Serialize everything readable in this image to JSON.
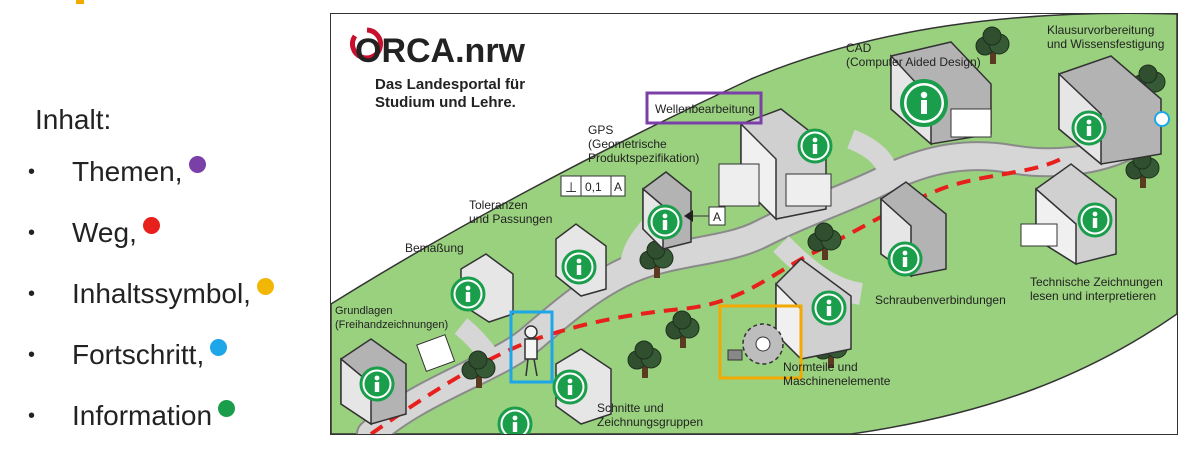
{
  "slide": {
    "heading": "Inhalt:",
    "legend": [
      {
        "label": "Themen,",
        "color": "#7b3fa8"
      },
      {
        "label": "Weg,",
        "color": "#e8201c"
      },
      {
        "label": "Inhaltssymbol,",
        "color": "#f2b705"
      },
      {
        "label": "Fortschritt,",
        "color": "#1ea7e8"
      },
      {
        "label": "Information",
        "color": "#1a9e4b"
      }
    ]
  },
  "map": {
    "logo": {
      "name": "ORCA.nrw",
      "tagline_1": "Das Landesportal für",
      "tagline_2": "Studium und Lehre."
    },
    "highlight_colors": {
      "theme": "#7b3fa8",
      "path": "#e8201c",
      "content_symbol": "#f2a900",
      "progress": "#1ea7e8",
      "info": "#1a9e4b"
    },
    "labels": {
      "cad_1": "CAD",
      "cad_2": "(Computer Aided Design)",
      "klausur_1": "Klausurvorbereitung",
      "klausur_2": "und Wissensfestigung",
      "wellen": "Wellenbearbeitung",
      "gps_1": "GPS",
      "gps_2": "(Geometrische",
      "gps_3": "Produktspezifikation)",
      "gps_symbol": "⊥",
      "gps_tol": "0,1",
      "gps_ref": "A",
      "gps_datum": "A",
      "toleranzen_1": "Toleranzen",
      "toleranzen_2": "und Passungen",
      "bemassung": "Bemaßung",
      "grundlagen_1": "Grundlagen",
      "grundlagen_2": "(Freihandzeichnungen)",
      "schrauben": "Schraubenverbindungen",
      "technische_1": "Technische Zeichnungen",
      "technische_2": "lesen und interpretieren",
      "normteile_1": "Normteile und",
      "normteile_2": "Maschinenelemente",
      "schnitte_1": "Schnitte und",
      "schnitte_2": "Zeichnungsgruppen"
    },
    "info_glyph": "i"
  }
}
